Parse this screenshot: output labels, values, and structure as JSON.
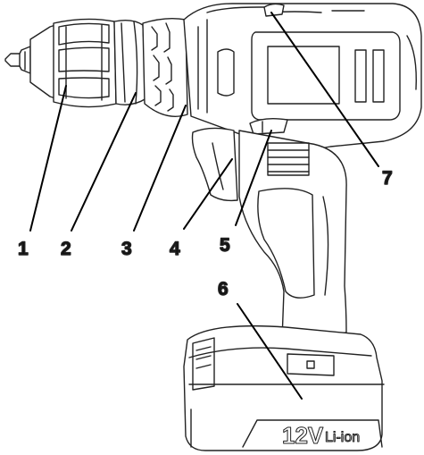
{
  "callouts": [
    {
      "id": "1",
      "label": "1"
    },
    {
      "id": "2",
      "label": "2"
    },
    {
      "id": "3",
      "label": "3"
    },
    {
      "id": "4",
      "label": "4"
    },
    {
      "id": "5",
      "label": "5"
    },
    {
      "id": "6",
      "label": "6"
    },
    {
      "id": "7",
      "label": "7"
    }
  ],
  "battery_marking": {
    "voltage": "12V",
    "chemistry": "Li-ion"
  }
}
